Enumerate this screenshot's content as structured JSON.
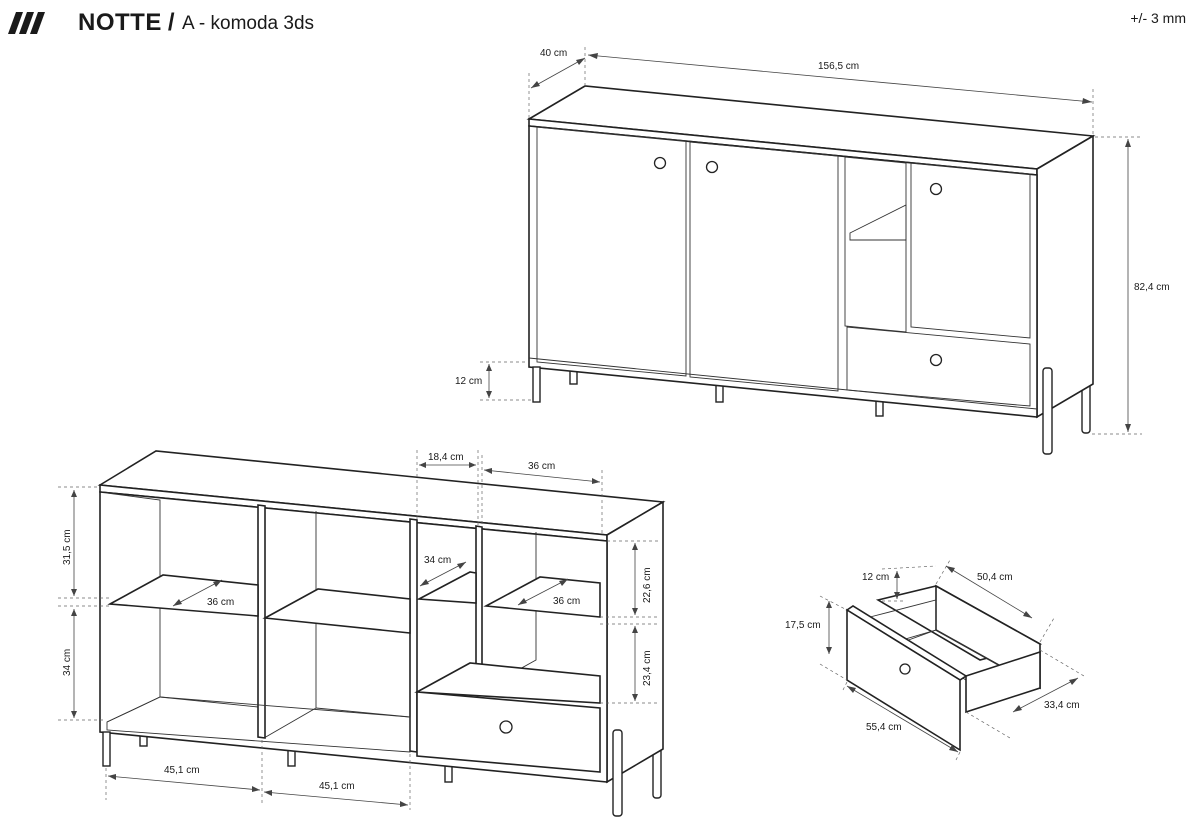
{
  "header": {
    "logo_icon": "three-slashes-logo-icon",
    "brand": "NOTTE",
    "brand_slash": "/",
    "subtitle": "A - komoda 3ds",
    "tolerance": "+/- 3 mm"
  },
  "views": {
    "front_closed": {
      "depth": "40 cm",
      "width": "156,5 cm",
      "height": "82,4 cm",
      "leg_height": "12 cm"
    },
    "front_open": {
      "upper_compartment_height": "31,5 cm",
      "lower_compartment_height": "34 cm",
      "shelf_depth_left": "36 cm",
      "right_upper_height": "22,6 cm",
      "right_lower_height": "23,4 cm",
      "narrow_width": "18,4 cm",
      "right_width": "36 cm",
      "narrow_shelf_depth": "34 cm",
      "right_shelf_depth": "36 cm",
      "compartment_width_1": "45,1 cm",
      "compartment_width_2": "45,1 cm"
    },
    "drawer": {
      "side_height": "12 cm",
      "front_height": "17,5 cm",
      "inner_width": "50,4 cm",
      "depth": "33,4 cm",
      "front_width": "55,4 cm"
    }
  }
}
